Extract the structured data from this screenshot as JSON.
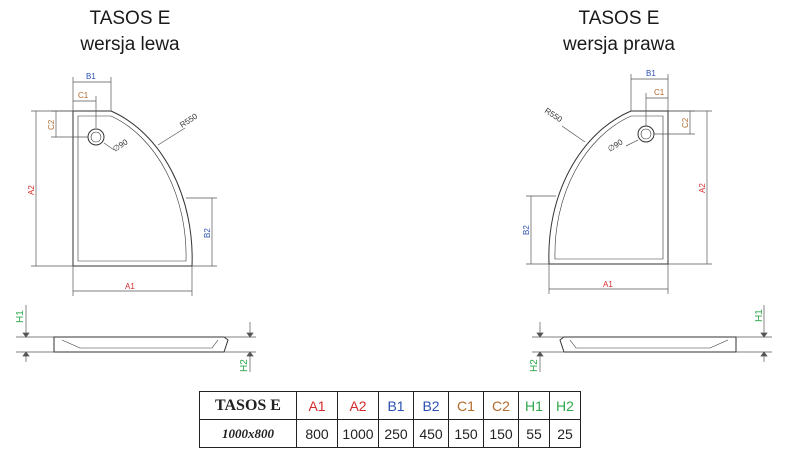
{
  "left": {
    "title": "TASOS E",
    "subtitle": "wersja lewa"
  },
  "right": {
    "title": "TASOS E",
    "subtitle": "wersja prawa"
  },
  "dims": {
    "A1": "A1",
    "A2": "A2",
    "B1": "B1",
    "B2": "B2",
    "C1": "C1",
    "C2": "C2",
    "H1": "H1",
    "H2": "H2",
    "R": "R550",
    "D": "∅90"
  },
  "colors": {
    "A": "#d42a2a",
    "B": "#2a4fb0",
    "C": "#b06a2a",
    "H": "#2fa84a",
    "ink": "#333333"
  },
  "table": {
    "model": "TASOS E",
    "headers": [
      "A1",
      "A2",
      "B1",
      "B2",
      "C1",
      "C2",
      "H1",
      "H2"
    ],
    "size": "1000x800",
    "values": [
      "800",
      "1000",
      "250",
      "450",
      "150",
      "150",
      "55",
      "25"
    ]
  }
}
